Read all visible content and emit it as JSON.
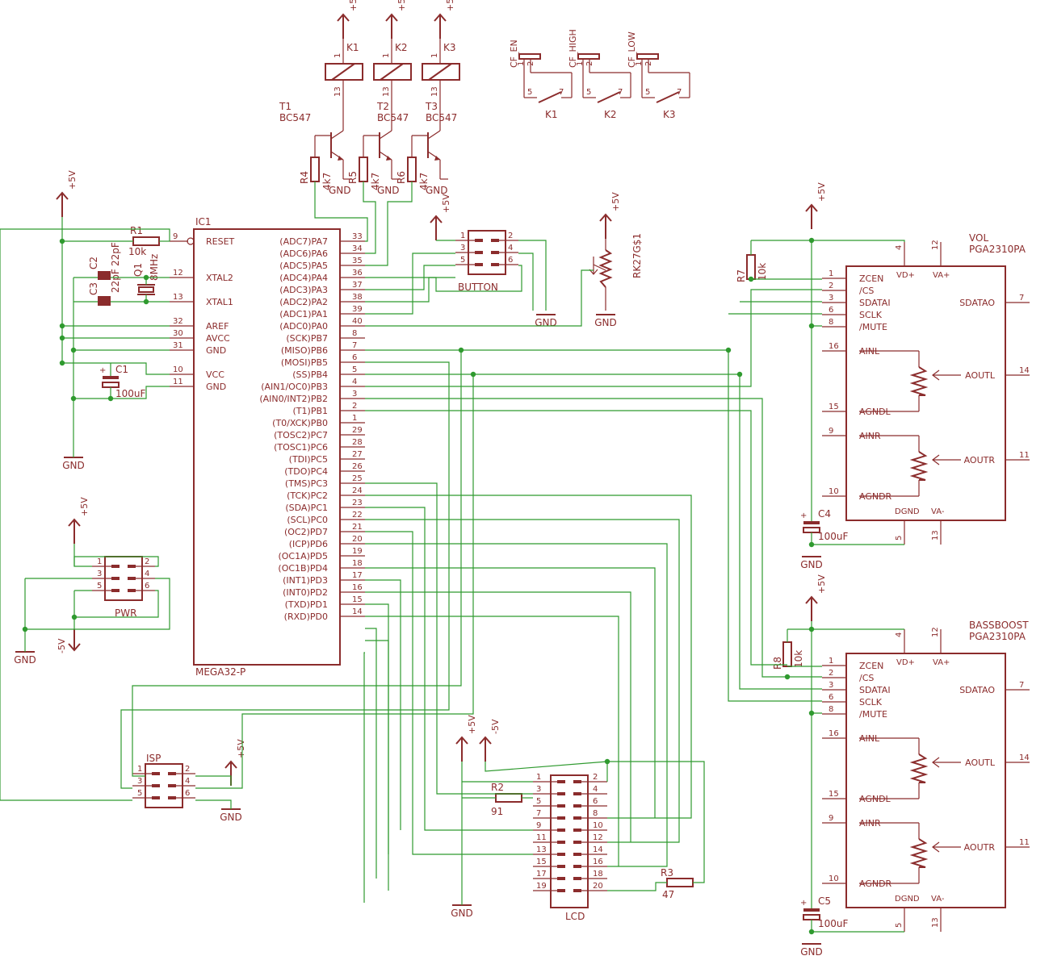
{
  "colors": {
    "component": "#8b2c2c",
    "wire": "#2f9a2f",
    "background": "#ffffff"
  },
  "ic1": {
    "name": "IC1",
    "value": "MEGA32-P",
    "left": [
      {
        "num": "9",
        "name": "RESET",
        "invert": true
      },
      {
        "num": "12",
        "name": "XTAL2"
      },
      {
        "num": "13",
        "name": "XTAL1"
      },
      {
        "num": "32",
        "name": "AREF"
      },
      {
        "num": "30",
        "name": "AVCC"
      },
      {
        "num": "31",
        "name": "GND"
      },
      {
        "num": "10",
        "name": "VCC"
      },
      {
        "num": "11",
        "name": "GND"
      }
    ],
    "right": [
      {
        "num": "33",
        "name": "(ADC7)PA7"
      },
      {
        "num": "34",
        "name": "(ADC6)PA6"
      },
      {
        "num": "35",
        "name": "(ADC5)PA5"
      },
      {
        "num": "36",
        "name": "(ADC4)PA4"
      },
      {
        "num": "37",
        "name": "(ADC3)PA3"
      },
      {
        "num": "38",
        "name": "(ADC2)PA2"
      },
      {
        "num": "39",
        "name": "(ADC1)PA1"
      },
      {
        "num": "40",
        "name": "(ADC0)PA0"
      },
      {
        "num": "8",
        "name": "(SCK)PB7"
      },
      {
        "num": "7",
        "name": "(MISO)PB6"
      },
      {
        "num": "6",
        "name": "(MOSI)PB5"
      },
      {
        "num": "5",
        "name": "(SS)PB4"
      },
      {
        "num": "4",
        "name": "(AIN1/OC0)PB3"
      },
      {
        "num": "3",
        "name": "(AIN0/INT2)PB2"
      },
      {
        "num": "2",
        "name": "(T1)PB1"
      },
      {
        "num": "1",
        "name": "(T0/XCK)PB0"
      },
      {
        "num": "29",
        "name": "(TOSC2)PC7"
      },
      {
        "num": "28",
        "name": "(TOSC1)PC6"
      },
      {
        "num": "27",
        "name": "(TDI)PC5"
      },
      {
        "num": "26",
        "name": "(TDO)PC4"
      },
      {
        "num": "25",
        "name": "(TMS)PC3"
      },
      {
        "num": "24",
        "name": "(TCK)PC2"
      },
      {
        "num": "23",
        "name": "(SDA)PC1"
      },
      {
        "num": "22",
        "name": "(SCL)PC0"
      },
      {
        "num": "21",
        "name": "(OC2)PD7"
      },
      {
        "num": "20",
        "name": "(ICP)PD6"
      },
      {
        "num": "19",
        "name": "(OC1A)PD5"
      },
      {
        "num": "18",
        "name": "(OC1B)PD4"
      },
      {
        "num": "17",
        "name": "(INT1)PD3"
      },
      {
        "num": "16",
        "name": "(INT0)PD2"
      },
      {
        "num": "15",
        "name": "(TXD)PD1"
      },
      {
        "num": "14",
        "name": "(RXD)PD0"
      }
    ]
  },
  "pga": [
    {
      "name": "VOL",
      "value": "PGA2310PA",
      "left": [
        {
          "num": "1",
          "name": "ZCEN"
        },
        {
          "num": "2",
          "name": "/CS"
        },
        {
          "num": "3",
          "name": "SDATAI"
        },
        {
          "num": "6",
          "name": "SCLK"
        },
        {
          "num": "8",
          "name": "/MUTE"
        },
        {
          "num": "16",
          "name": "AINL"
        },
        {
          "num": "15",
          "name": "AGNDL"
        },
        {
          "num": "9",
          "name": "AINR"
        },
        {
          "num": "10",
          "name": "AGNDR"
        }
      ],
      "top": [
        {
          "num": "4",
          "name": "VD+"
        },
        {
          "num": "12",
          "name": "VA+"
        }
      ],
      "bottom": [
        {
          "num": "5",
          "name": "DGND"
        },
        {
          "num": "13",
          "name": "VA-"
        }
      ],
      "right": [
        {
          "num": "7",
          "name": "SDATAO"
        },
        {
          "num": "14",
          "name": "AOUTL"
        },
        {
          "num": "11",
          "name": "AOUTR"
        }
      ]
    },
    {
      "name": "BASSBOOST",
      "value": "PGA2310PA",
      "left": [
        {
          "num": "1",
          "name": "ZCEN"
        },
        {
          "num": "2",
          "name": "/CS"
        },
        {
          "num": "3",
          "name": "SDATAI"
        },
        {
          "num": "6",
          "name": "SCLK"
        },
        {
          "num": "8",
          "name": "/MUTE"
        },
        {
          "num": "16",
          "name": "AINL"
        },
        {
          "num": "15",
          "name": "AGNDL"
        },
        {
          "num": "9",
          "name": "AINR"
        },
        {
          "num": "10",
          "name": "AGNDR"
        }
      ],
      "top": [
        {
          "num": "4",
          "name": "VD+"
        },
        {
          "num": "12",
          "name": "VA+"
        }
      ],
      "bottom": [
        {
          "num": "5",
          "name": "DGND"
        },
        {
          "num": "13",
          "name": "VA-"
        }
      ],
      "right": [
        {
          "num": "7",
          "name": "SDATAO"
        },
        {
          "num": "14",
          "name": "AOUTL"
        },
        {
          "num": "11",
          "name": "AOUTR"
        }
      ]
    }
  ],
  "relays": [
    {
      "name": "K1",
      "supply": "+5V",
      "pin_top": "1",
      "pin_bottom": "13"
    },
    {
      "name": "K2",
      "supply": "+5V",
      "pin_top": "1",
      "pin_bottom": "13"
    },
    {
      "name": "K3",
      "supply": "+5V",
      "pin_top": "1",
      "pin_bottom": "13"
    }
  ],
  "transistors": [
    {
      "name": "T1",
      "value": "BC547"
    },
    {
      "name": "T2",
      "value": "BC547"
    },
    {
      "name": "T3",
      "value": "BC547"
    }
  ],
  "transistor_label_t1": {
    "name": "T1",
    "value": "BC547"
  },
  "base_resistors": [
    {
      "name": "R4",
      "value": "4k7",
      "gnd": "GND"
    },
    {
      "name": "R5",
      "value": "4k7",
      "gnd": "GND"
    },
    {
      "name": "R6",
      "value": "4k7",
      "gnd": "GND"
    }
  ],
  "contacts": [
    {
      "conn": "CF_EN",
      "relay": "K1",
      "p1": "1",
      "p2": "2",
      "c5": "5",
      "c7": "7"
    },
    {
      "conn": "CF_HIGH",
      "relay": "K2",
      "p1": "1",
      "p2": "2",
      "c5": "5",
      "c7": "7"
    },
    {
      "conn": "CF_LOW",
      "relay": "K3",
      "p1": "1",
      "p2": "2",
      "c5": "5",
      "c7": "7"
    }
  ],
  "parts": {
    "r1": {
      "name": "R1",
      "value": "10k"
    },
    "r2": {
      "name": "R2",
      "value": "91"
    },
    "r3": {
      "name": "R3",
      "value": "47"
    },
    "r7": {
      "name": "R7",
      "value": "10k"
    },
    "r8": {
      "name": "R8",
      "value": "10k"
    },
    "c1": {
      "name": "C1",
      "value": "100uF"
    },
    "c2": {
      "name": "C2",
      "value": "22pF"
    },
    "c3": {
      "name": "C3",
      "value": "22pF"
    },
    "c4": {
      "name": "C4",
      "value": "100uF"
    },
    "c5": {
      "name": "C5",
      "value": "100uF"
    },
    "q1": {
      "name": "Q1",
      "value": "8MHz"
    },
    "pot": {
      "name": "RK27G$1",
      "supply": "+5V",
      "gnd": "GND"
    }
  },
  "headers": {
    "button": {
      "name": "BUTTON",
      "pins": [
        "1",
        "2",
        "3",
        "4",
        "5",
        "6"
      ],
      "supply": "+5V",
      "gnd": "GND"
    },
    "pwr": {
      "name": "PWR",
      "pins": [
        "1",
        "2",
        "3",
        "4",
        "5",
        "6"
      ],
      "supply": "+5V",
      "neg": "-5V",
      "gnd": "GND"
    },
    "isp": {
      "name": "ISP",
      "pins": [
        "1",
        "2",
        "3",
        "4",
        "5",
        "6"
      ],
      "supply": "+5V",
      "gnd": "GND"
    },
    "lcd": {
      "name": "LCD",
      "pins": [
        "1",
        "2",
        "3",
        "4",
        "5",
        "6",
        "7",
        "8",
        "9",
        "10",
        "11",
        "12",
        "13",
        "14",
        "15",
        "16",
        "17",
        "18",
        "19",
        "20"
      ],
      "supply": "+5V",
      "neg": "-5V",
      "gnd": "GND"
    }
  },
  "supplies": {
    "pos": "+5V",
    "neg": "-5V",
    "gnd": "GND"
  }
}
